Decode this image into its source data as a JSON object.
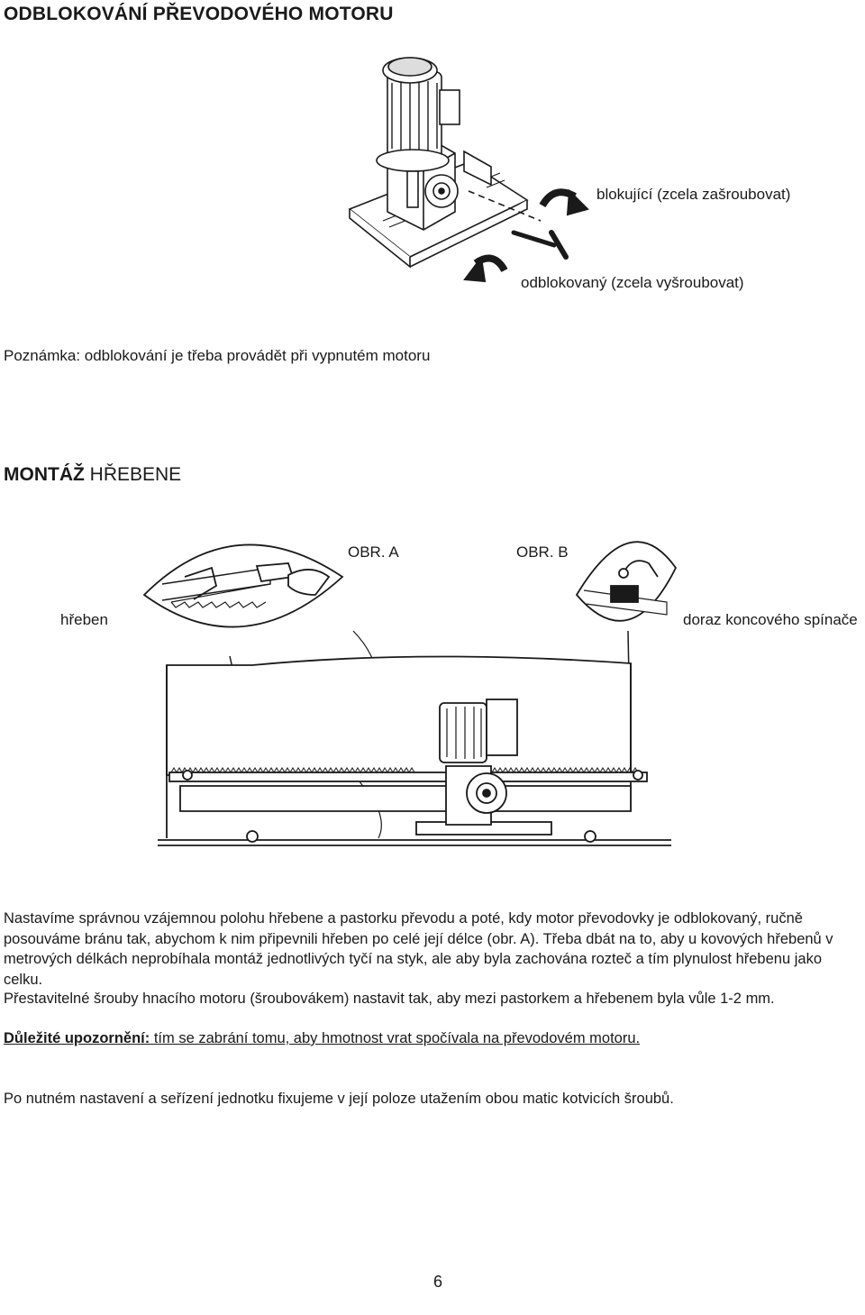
{
  "section1": {
    "title": "ODBLOKOVÁNÍ PŘEVODOVÉHO MOTORU",
    "label_lock": "blokující (zcela zašroubovat)",
    "label_unlock": "odblokovaný (zcela vyšroubovat)",
    "note": "Poznámka: odblokování je třeba provádět při vypnutém motoru"
  },
  "section2": {
    "title_bold": "MONTÁŽ",
    "title_rest": " HŘEBENE",
    "fig_a": "OBR. A",
    "fig_b": "OBR. B",
    "label_rack": "hřeben",
    "label_stop": "doraz koncového spínače",
    "para1": "Nastavíme správnou vzájemnou polohu hřebene a pastorku převodu a poté, kdy motor převodovky je odblokovaný, ručně posouváme bránu tak, abychom k nim připevnili hřeben po celé její délce (obr. A). Třeba dbát na to, aby u kovových hřebenů v metrových délkách neprobíhala montáž jednotlivých tyčí na styk, ale aby byla zachována rozteč a tím plynulost hřebenu jako celku.",
    "para2": "Přestavitelné šrouby hnacího motoru (šroubovákem) nastavit tak, aby mezi pastorkem a hřebenem byla vůle 1-2 mm.",
    "important_label": "Důležité upozornění:",
    "important_text": " tím se zabrání tomu, aby hmotnost vrat spočívala na převodovém motoru.",
    "para3": "Po nutném nastavení a seřízení jednotku fixujeme v její poloze utažením obou matic kotvicích šroubů."
  },
  "page_number": "6"
}
